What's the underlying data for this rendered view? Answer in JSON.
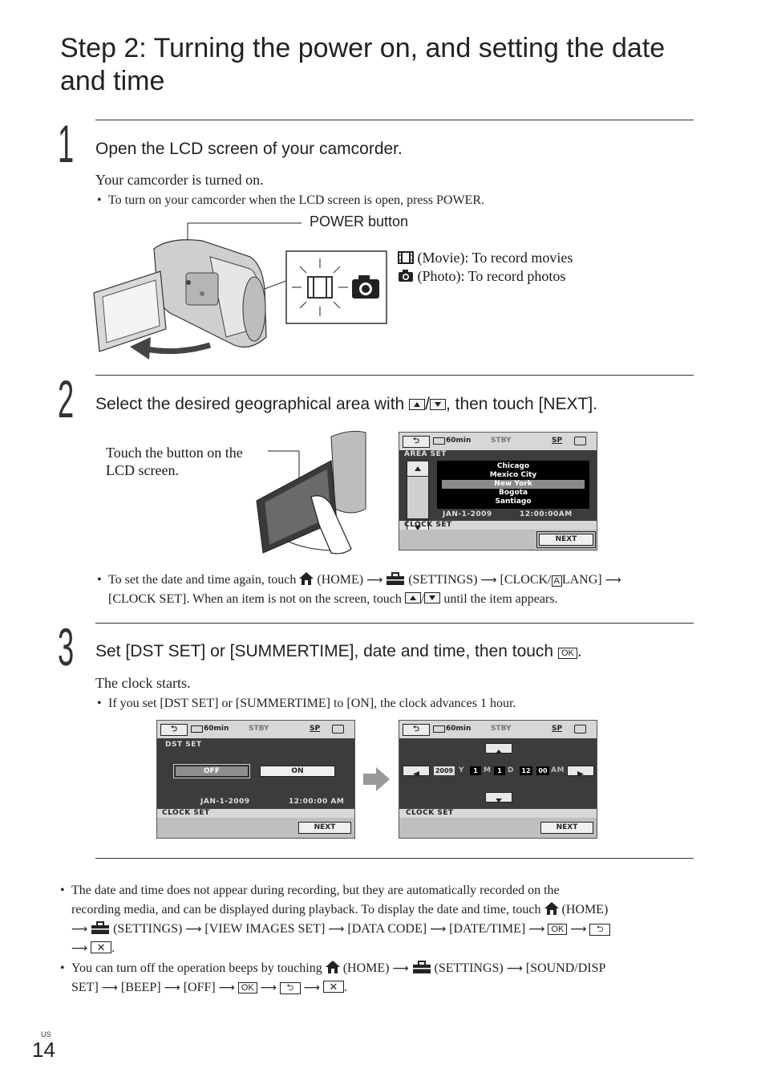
{
  "title": "Step 2: Turning the power on, and setting the date and time",
  "step1": {
    "number": "1",
    "heading": "Open the LCD screen of your camcorder.",
    "body": "Your camcorder is turned on.",
    "bullet": "To turn on your camcorder when the LCD screen is open, press POWER.",
    "power_label": "POWER button",
    "movie_text": "(Movie): To record movies",
    "photo_text": "(Photo): To record photos"
  },
  "step2": {
    "number": "2",
    "heading_a": "Select the desired geographical area with",
    "heading_b": ", then touch [NEXT].",
    "touch_label_1": "Touch the button on the",
    "touch_label_2": "LCD screen.",
    "bullet_a": "To set the date and time again, touch",
    "home": "(HOME)",
    "settings": "(SETTINGS)",
    "clock_lang_a": "[CLOCK/",
    "clock_lang_b": "LANG]",
    "bullet_b": "[CLOCK SET]. When an item is not on the screen, touch",
    "bullet_c": "until the item appears."
  },
  "step3": {
    "number": "3",
    "heading": "Set [DST SET] or [SUMMERTIME], date and time, then touch",
    "body": "The clock starts.",
    "bullet": "If you set [DST SET] or [SUMMERTIME] to [ON], the clock advances 1 hour."
  },
  "lcd": {
    "battery": "60min",
    "stby": "STBY",
    "sp": "SP",
    "area_set": "AREA SET",
    "cities": [
      "Chicago",
      "Mexico City",
      "New York",
      "Bogota",
      "Santiago"
    ],
    "selected_city": "New York",
    "date": "JAN-1-2009",
    "time": "12:00:00AM",
    "time2": "12:00:00 AM",
    "clock_set": "CLOCK SET",
    "next": "NEXT",
    "dst_set": "DST SET",
    "off": "OFF",
    "on": "ON",
    "year": "2009",
    "y": "Y",
    "month": "1",
    "m": "M",
    "day": "1",
    "d": "D",
    "hour": "12",
    "minute": "00",
    "ampm": "AM",
    "ok": "OK"
  },
  "notes": {
    "n1_a": "The date and time does not appear during recording, but they are automatically recorded on the",
    "n1_b": "recording media, and can be displayed during playback. To display the date and time, touch",
    "n1_c": "(SETTINGS)",
    "n1_d": "[VIEW IMAGES SET]",
    "n1_e": "[DATA CODE]",
    "n1_f": "[DATE/TIME]",
    "n2_a": "You can turn off the operation beeps by touching",
    "n2_b": "(SETTINGS)",
    "n2_c": "[SOUND/DISP",
    "n2_d": "SET]",
    "n2_e": "[BEEP]",
    "n2_f": "[OFF]"
  },
  "footer": {
    "region": "US",
    "page": "14"
  }
}
